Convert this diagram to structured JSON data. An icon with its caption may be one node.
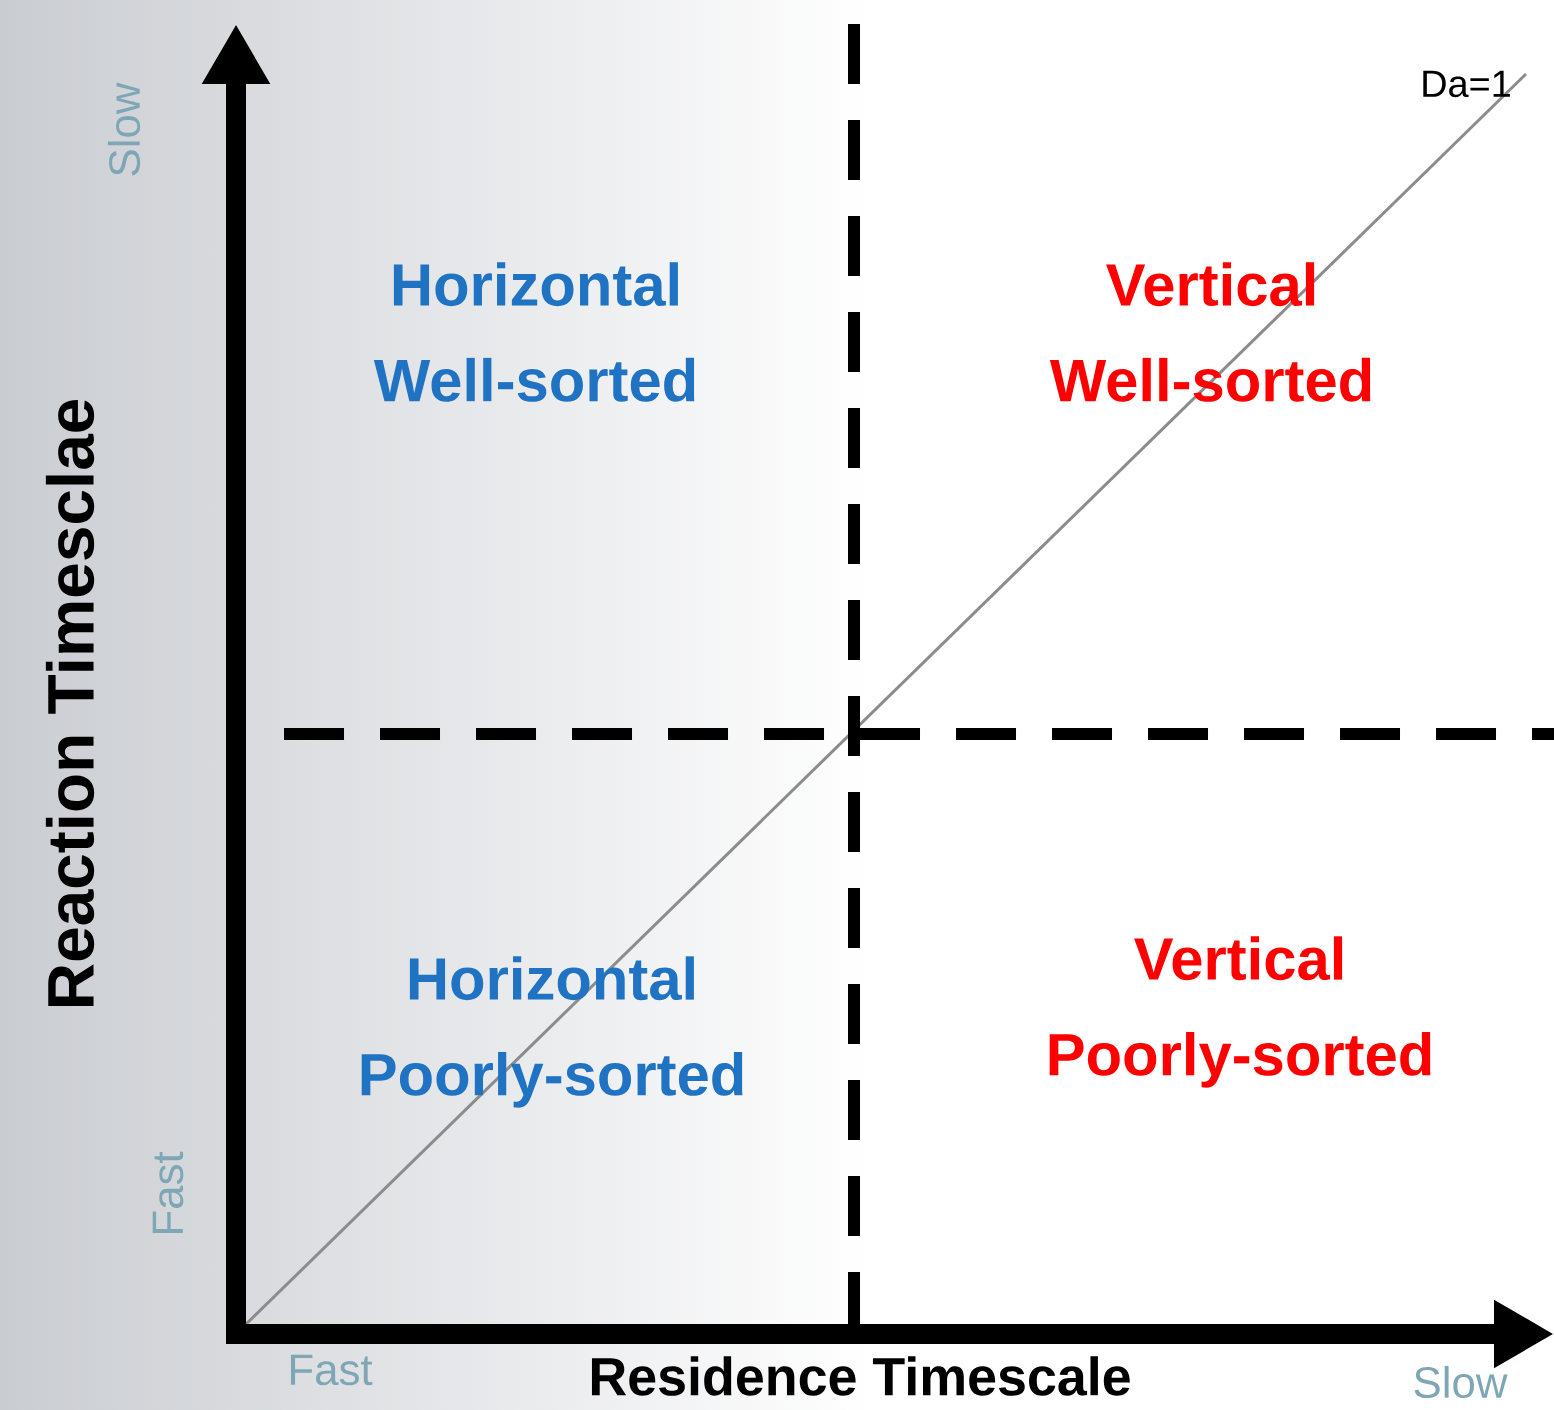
{
  "diagram": {
    "labels": [
      "Slow",
      "Da=1",
      "Horizontal Well-sorted",
      "Vertical Well-sorted",
      "Reaction Timesclae",
      "Horizontal Poorly-sorted",
      "Vertical Poorly-sorted",
      "Fast",
      "Fast",
      "Residence Timescale",
      "Slow"
    ]
  }
}
